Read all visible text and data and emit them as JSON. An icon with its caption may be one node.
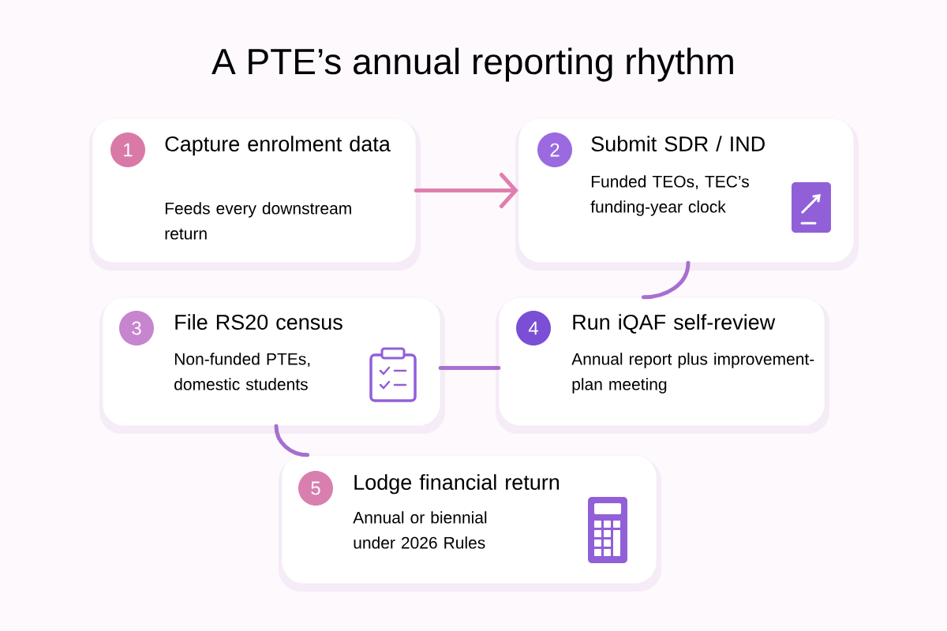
{
  "diagram": {
    "title": "A PTE’s annual reporting rhythm",
    "nodes": [
      {
        "text": [
          "1",
          "Capture enrolment data",
          "Feeds every downstream return"
        ]
      },
      {
        "text": [
          "2",
          "Submit SDR / IND",
          "Funded TEOs, TEC’s funding-year clock"
        ]
      },
      {
        "text": [
          "3",
          "File RS20 census",
          "Non-funded PTEs, domestic students"
        ]
      },
      {
        "text": [
          "4",
          "Run iQAF self-review",
          "Annual report plus improvement-plan meeting"
        ]
      },
      {
        "text": [
          "5",
          "Lodge financial return",
          "Annual or biennial under 2026 Rules"
        ]
      }
    ],
    "edges": [
      {
        "from": 0,
        "to": 1,
        "arrow": "to",
        "color": "#e07fae"
      },
      {
        "from": 1,
        "to": 3,
        "arrow": "none"
      },
      {
        "from": 3,
        "to": 2,
        "arrow": "none"
      },
      {
        "from": 2,
        "to": 4,
        "arrow": "none"
      }
    ]
  }
}
